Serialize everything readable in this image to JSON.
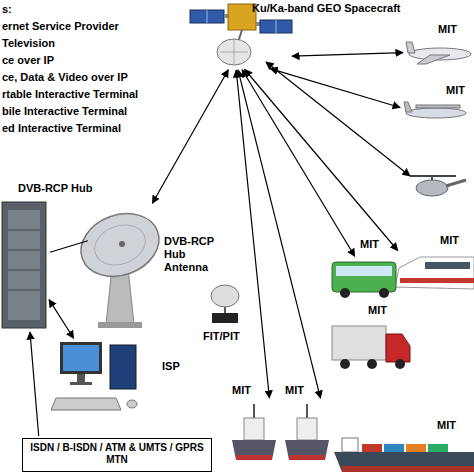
{
  "diagram": {
    "nodes": [
      {
        "text": [
          "Ku/Ka-band GEO Spacecraft"
        ]
      },
      {
        "text": [
          "MIT"
        ]
      },
      {
        "text": [
          "MIT"
        ]
      },
      {
        "text": [
          "DVB-RCP Hub"
        ]
      },
      {
        "text": [
          "DVB-RCP Hub Antenna"
        ]
      },
      {
        "text": [
          "MIT"
        ]
      },
      {
        "text": [
          "MIT"
        ]
      },
      {
        "text": [
          "ISP"
        ]
      },
      {
        "text": [
          "FIT/PIT"
        ]
      },
      {
        "text": [
          "MIT"
        ]
      },
      {
        "text": [
          "MIT"
        ]
      },
      {
        "text": [
          "MIT"
        ]
      },
      {
        "text": [
          "MIT"
        ]
      },
      {
        "text": [
          "ISDN / B-ISDN / ATM & UMTS / GPRS MTN"
        ]
      }
    ],
    "edges": [
      {
        "from": 0,
        "to": 4,
        "arrow": "both"
      },
      {
        "from": 0,
        "to": 1,
        "arrow": "both"
      },
      {
        "from": 0,
        "to": 2,
        "arrow": "both"
      },
      {
        "from": 0,
        "to": 5,
        "arrow": "both"
      },
      {
        "from": 0,
        "to": 6,
        "arrow": "both"
      },
      {
        "from": 0,
        "to": 10,
        "arrow": "both"
      },
      {
        "from": 0,
        "to": 11,
        "arrow": "both"
      },
      {
        "from": 4,
        "to": 3,
        "arrow": "none"
      },
      {
        "from": 3,
        "to": 7,
        "arrow": "both"
      },
      {
        "from": 13,
        "to": 3,
        "arrow": "to"
      }
    ],
    "labels": [
      "s:",
      "ernet Service Provider",
      "Television",
      "ce over IP",
      "ce, Data & Video over IP",
      "rtable Interactive Terminal",
      "bile Interactive Terminal",
      "ed Interactive Terminal"
    ]
  }
}
